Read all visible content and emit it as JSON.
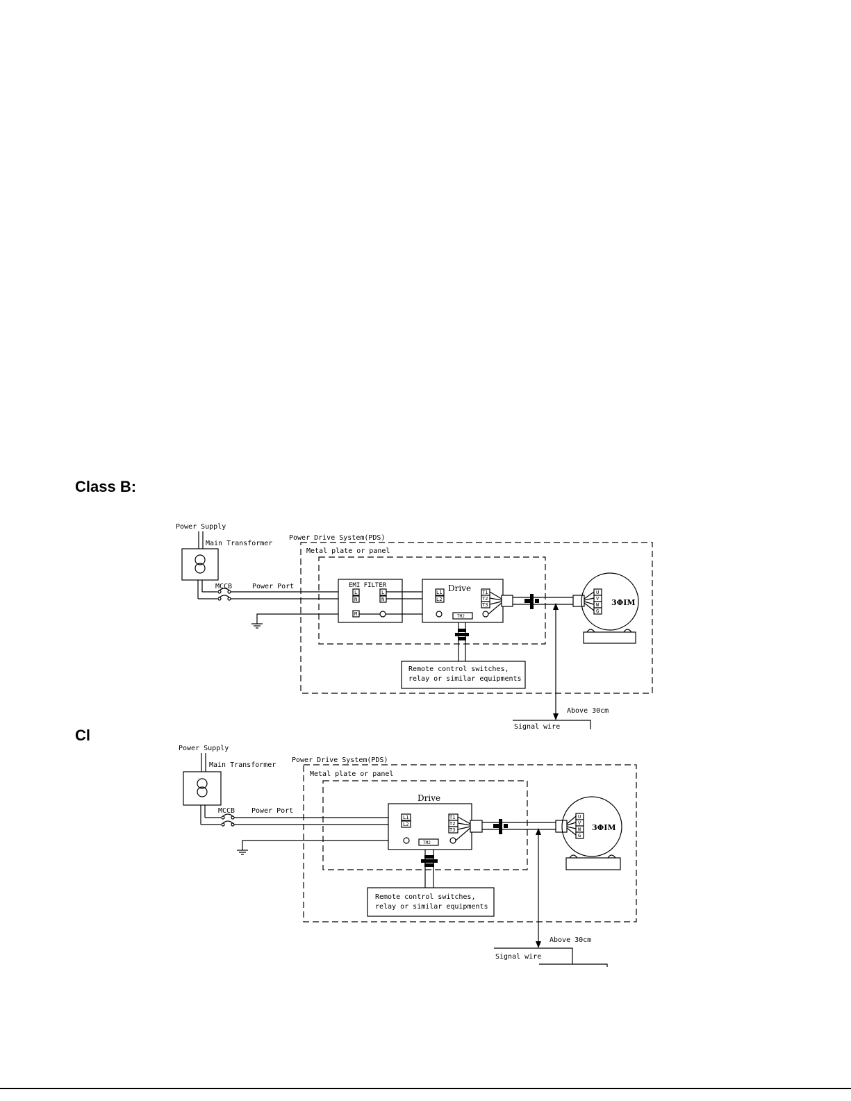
{
  "headings": {
    "class_b": "Class B:",
    "class_c": "Cl"
  },
  "diagram_b": {
    "power_supply": "Power Supply",
    "main_transformer": "Main Transformer",
    "mccb": "MCCB",
    "power_port": "Power Port",
    "pds": "Power Drive System(PDS)",
    "metal_plate": "Metal plate or panel",
    "emi_filter": "EMI FILTER",
    "emi_in_1": "L",
    "emi_in_2": "N",
    "emi_out_1": "L",
    "emi_out_2": "N",
    "emi_ground": "M",
    "drive": "Drive",
    "drive_in_1": "L1",
    "drive_in_2": "L2",
    "drive_out_1": "T1",
    "drive_out_2": "T2",
    "drive_out_3": "T3",
    "tm2": "TM2",
    "motor_u": "U",
    "motor_v": "V",
    "motor_w": "W",
    "motor_g": "G",
    "motor": "3ΦIM",
    "remote_line1": "Remote control switches,",
    "remote_line2": "relay or similar equipments",
    "above": "Above 30cm",
    "signal_wire": "Signal wire"
  },
  "diagram_c": {
    "power_supply": "Power Supply",
    "main_transformer": "Main Transformer",
    "mccb": "MCCB",
    "power_port": "Power Port",
    "pds": "Power Drive System(PDS)",
    "metal_plate": "Metal plate or panel",
    "drive": "Drive",
    "drive_in_1": "L1",
    "drive_in_2": "L2",
    "drive_out_1": "T1",
    "drive_out_2": "T2",
    "drive_out_3": "T3",
    "tm2": "TM2",
    "motor_u": "U",
    "motor_v": "V",
    "motor_w": "W",
    "motor_g": "G",
    "motor": "3ΦIM",
    "remote_line1": "Remote control switches,",
    "remote_line2": "relay or similar equipments",
    "above": "Above 30cm",
    "signal_wire": "Signal wire"
  }
}
